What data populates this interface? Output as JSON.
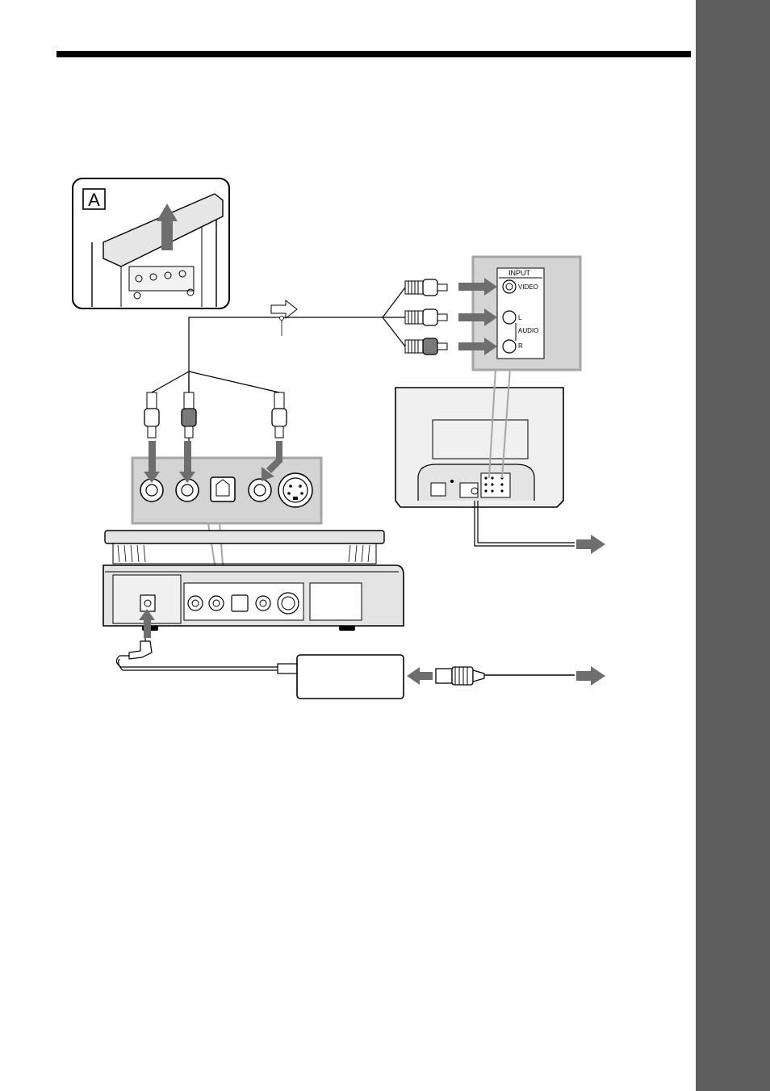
{
  "inset": {
    "letter": "A"
  },
  "tv_panel": {
    "heading": "INPUT",
    "jack_video": "VIDEO",
    "jack_l": "L",
    "jack_audio": "AUDIO",
    "jack_r": "R"
  },
  "colors": {
    "side_tab": "#5e5e5e",
    "panel_fill": "#d4d4d4",
    "panel_stroke": "#a6a6a6",
    "arrow": "#6e6e6e"
  },
  "icons": [
    "signal-flow-arrow-icon",
    "insert-arrow-icon",
    "plug-icon",
    "lift-arrow-icon"
  ]
}
